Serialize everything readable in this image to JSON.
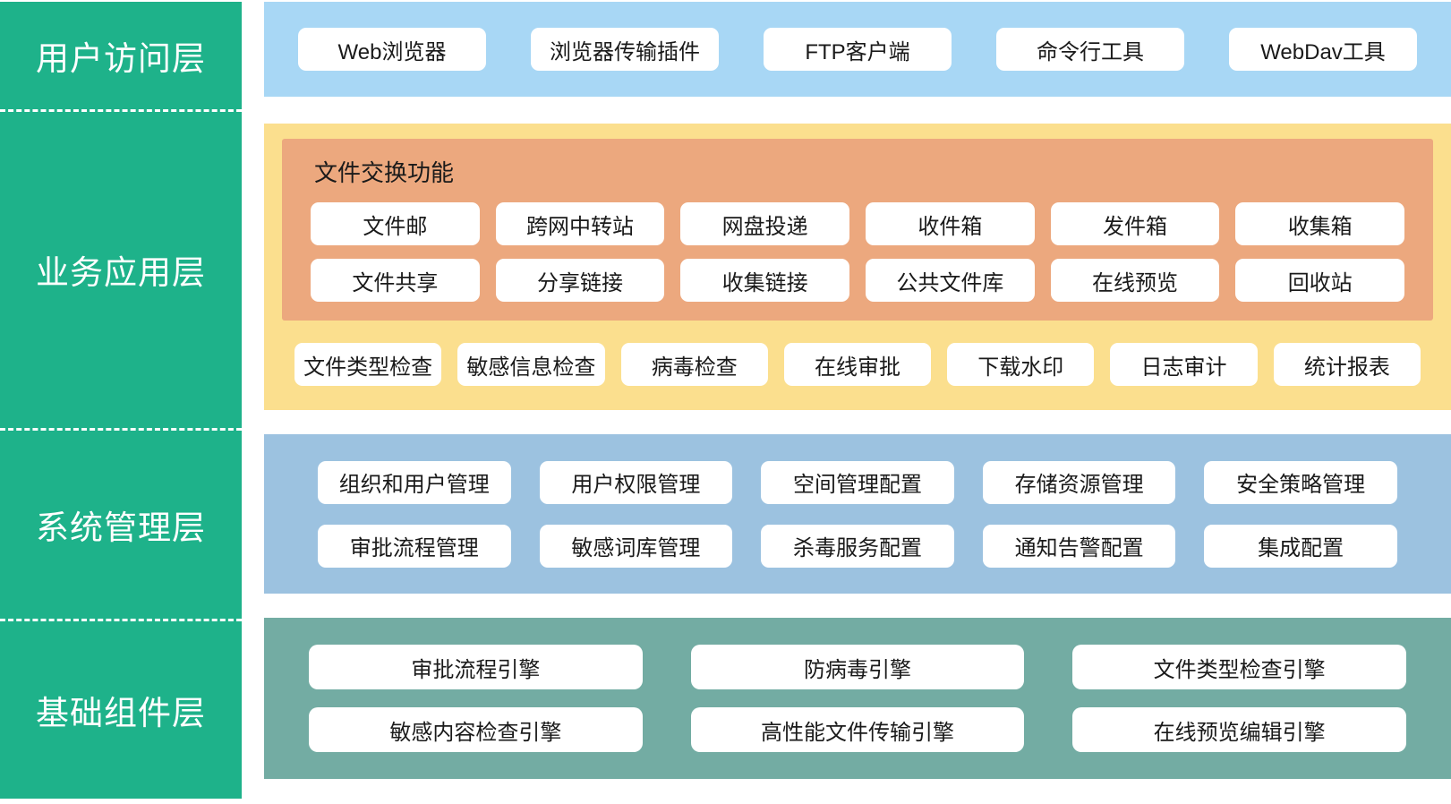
{
  "colors": {
    "sidebar_green": "#1eb28a",
    "band_user_access_blue": "#a8d7f5",
    "band_business_yellow": "#fbdf8e",
    "group_file_exchange_orange": "#eca87e",
    "band_system_blue": "#9cc2e0",
    "band_components_teal": "#73aca3",
    "box_bg": "#ffffff",
    "box_text": "#1a1a1a"
  },
  "sidebar": {
    "layers": [
      "用户访问层",
      "业务应用层",
      "系统管理层",
      "基础组件层"
    ]
  },
  "user_access": {
    "items": [
      "Web浏览器",
      "浏览器传输插件",
      "FTP客户端",
      "命令行工具",
      "WebDav工具"
    ]
  },
  "business": {
    "group_title": "文件交换功能",
    "group_row1": [
      "文件邮",
      "跨网中转站",
      "网盘投递",
      "收件箱",
      "发件箱",
      "收集箱"
    ],
    "group_row2": [
      "文件共享",
      "分享链接",
      "收集链接",
      "公共文件库",
      "在线预览",
      "回收站"
    ],
    "checks_row": [
      "文件类型检查",
      "敏感信息检查",
      "病毒检查",
      "在线审批",
      "下载水印",
      "日志审计",
      "统计报表"
    ]
  },
  "system": {
    "row1": [
      "组织和用户管理",
      "用户权限管理",
      "空间管理配置",
      "存储资源管理",
      "安全策略管理"
    ],
    "row2": [
      "审批流程管理",
      "敏感词库管理",
      "杀毒服务配置",
      "通知告警配置",
      "集成配置"
    ]
  },
  "components": {
    "row1": [
      "审批流程引擎",
      "防病毒引擎",
      "文件类型检查引擎"
    ],
    "row2": [
      "敏感内容检查引擎",
      "高性能文件传输引擎",
      "在线预览编辑引擎"
    ]
  }
}
